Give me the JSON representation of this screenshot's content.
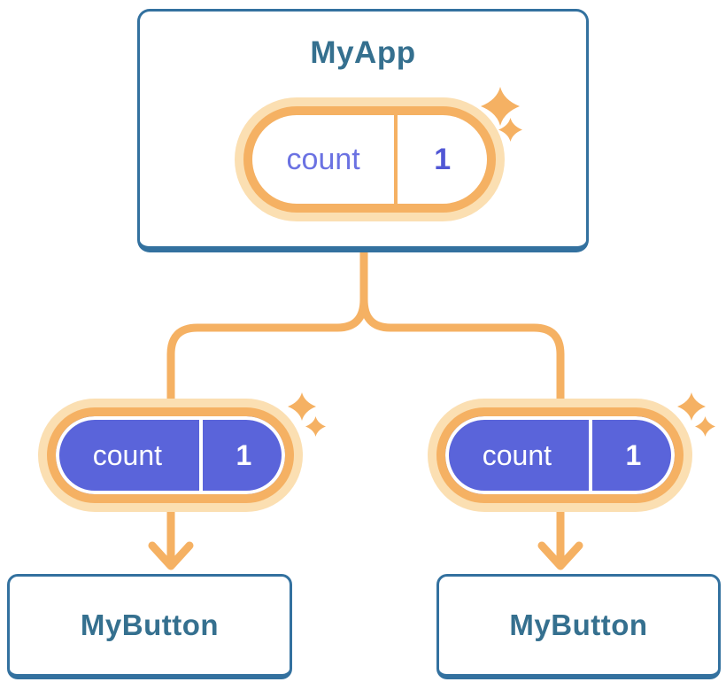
{
  "tree": {
    "root": {
      "title": "MyApp",
      "pill": {
        "label": "count",
        "value": "1"
      }
    },
    "children": [
      {
        "title": "MyButton",
        "pill": {
          "label": "count",
          "value": "1"
        }
      },
      {
        "title": "MyButton",
        "pill": {
          "label": "count",
          "value": "1"
        }
      }
    ],
    "edges": [
      {
        "from": "MyApp",
        "to": "MyButton-left"
      },
      {
        "from": "MyApp",
        "to": "MyButton-right"
      }
    ]
  },
  "icons": {
    "sparkle_icon": "✦",
    "arrow_down_icon": "↓"
  },
  "colors": {
    "card-border": "#33719f",
    "card-text": "#35708f",
    "orange": "#f5b163",
    "orange-halo": "#fbdfb2",
    "purple": "#5a64da",
    "purple-text": "#6b72e2",
    "purple-value": "#5157d5",
    "white": "#ffffff"
  }
}
